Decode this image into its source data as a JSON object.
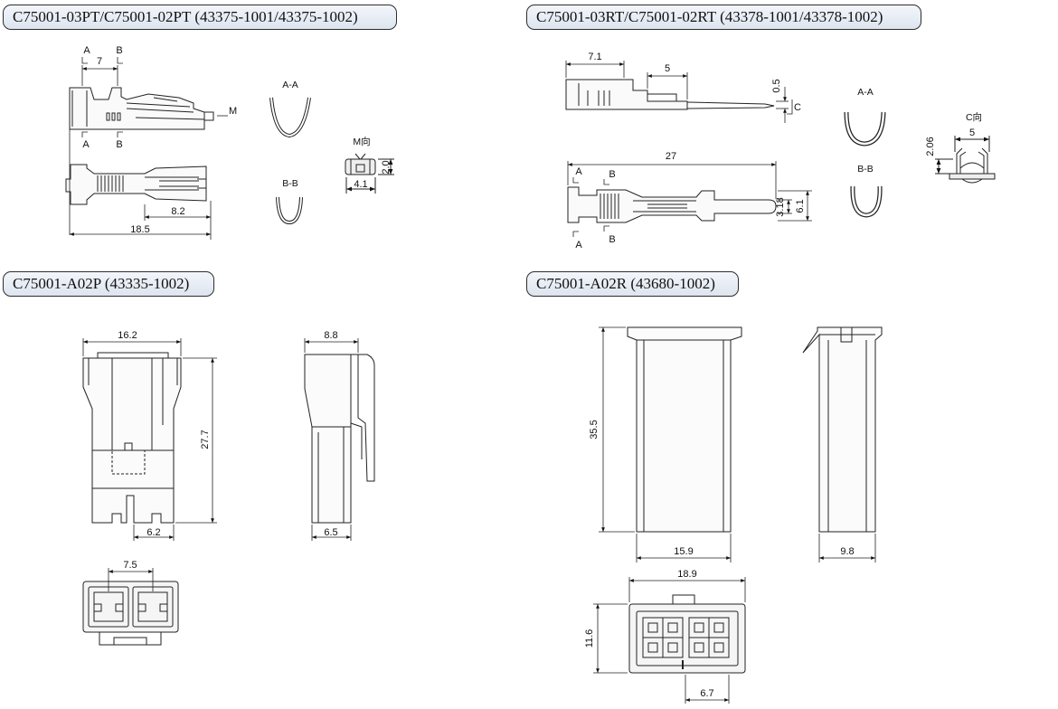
{
  "headers": {
    "top_left": "C75001-03PT/C75001-02PT (43375-1001/43375-1002)",
    "top_right": "C75001-03RT/C75001-02RT (43378-1001/43378-1002)",
    "bottom_left": "C75001-A02P (43335-1002)",
    "bottom_right": "C75001-A02R (43680-1002)"
  },
  "male_terminal": {
    "dim_a_to_b": "7",
    "dim_overall_length": "18.5",
    "dim_contact_length": "8.2",
    "section_a_mark": "A",
    "section_b_mark": "B",
    "view_m_mark": "M",
    "section_aa_label": "A-A",
    "section_bb_label": "B-B",
    "view_m_label": "M向",
    "dim_m_width": "4.1",
    "dim_m_height": "2.0"
  },
  "female_terminal": {
    "dim_overall_length": "7.1",
    "dim_contact": "5",
    "dim_thickness": "0.5",
    "view_c_mark": "C",
    "dim_total_length": "27",
    "dim_inner_width": "3.18",
    "dim_outer_width": "6.1",
    "section_a_mark": "A",
    "section_b_mark": "B",
    "section_aa_label": "A-A",
    "section_bb_label": "B-B",
    "view_c_label": "C向",
    "dim_c_width": "5",
    "dim_c_height": "2.06"
  },
  "plug_housing": {
    "dim_width": "16.2",
    "dim_height": "27.7",
    "dim_pitch_bottom": "6.2",
    "dim_side_top": "8.8",
    "dim_side_bottom": "6.5",
    "dim_face_pitch": "7.5"
  },
  "receptacle_housing": {
    "dim_height": "35.5",
    "dim_width": "15.9",
    "dim_side_width": "9.8",
    "dim_face_width": "18.9",
    "dim_face_height": "11.6",
    "dim_face_pitch": "6.7"
  }
}
